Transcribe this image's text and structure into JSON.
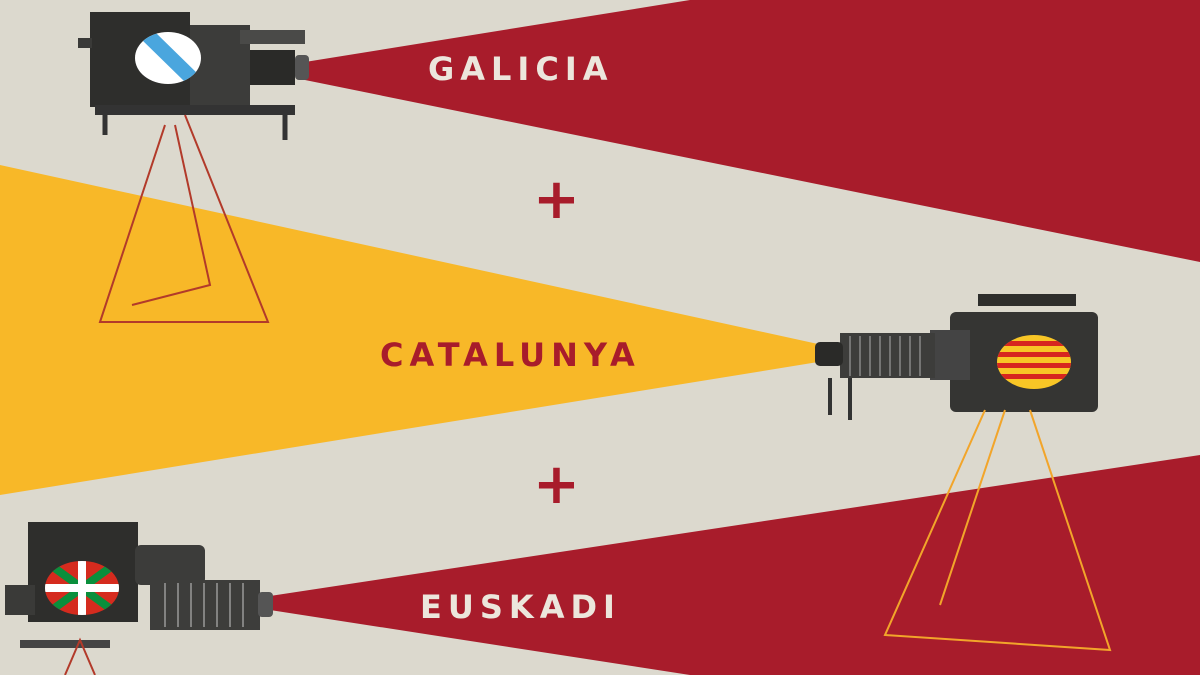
{
  "poster": {
    "labels": {
      "galicia": "GALICIA",
      "catalunya": "CATALUNYA",
      "euskadi": "EUSKADI"
    },
    "plus_sign": "+",
    "colors": {
      "background": "#dcd9ce",
      "red": "#a81c2b",
      "yellow": "#f8b828",
      "projector": "#2e2e2c"
    }
  }
}
